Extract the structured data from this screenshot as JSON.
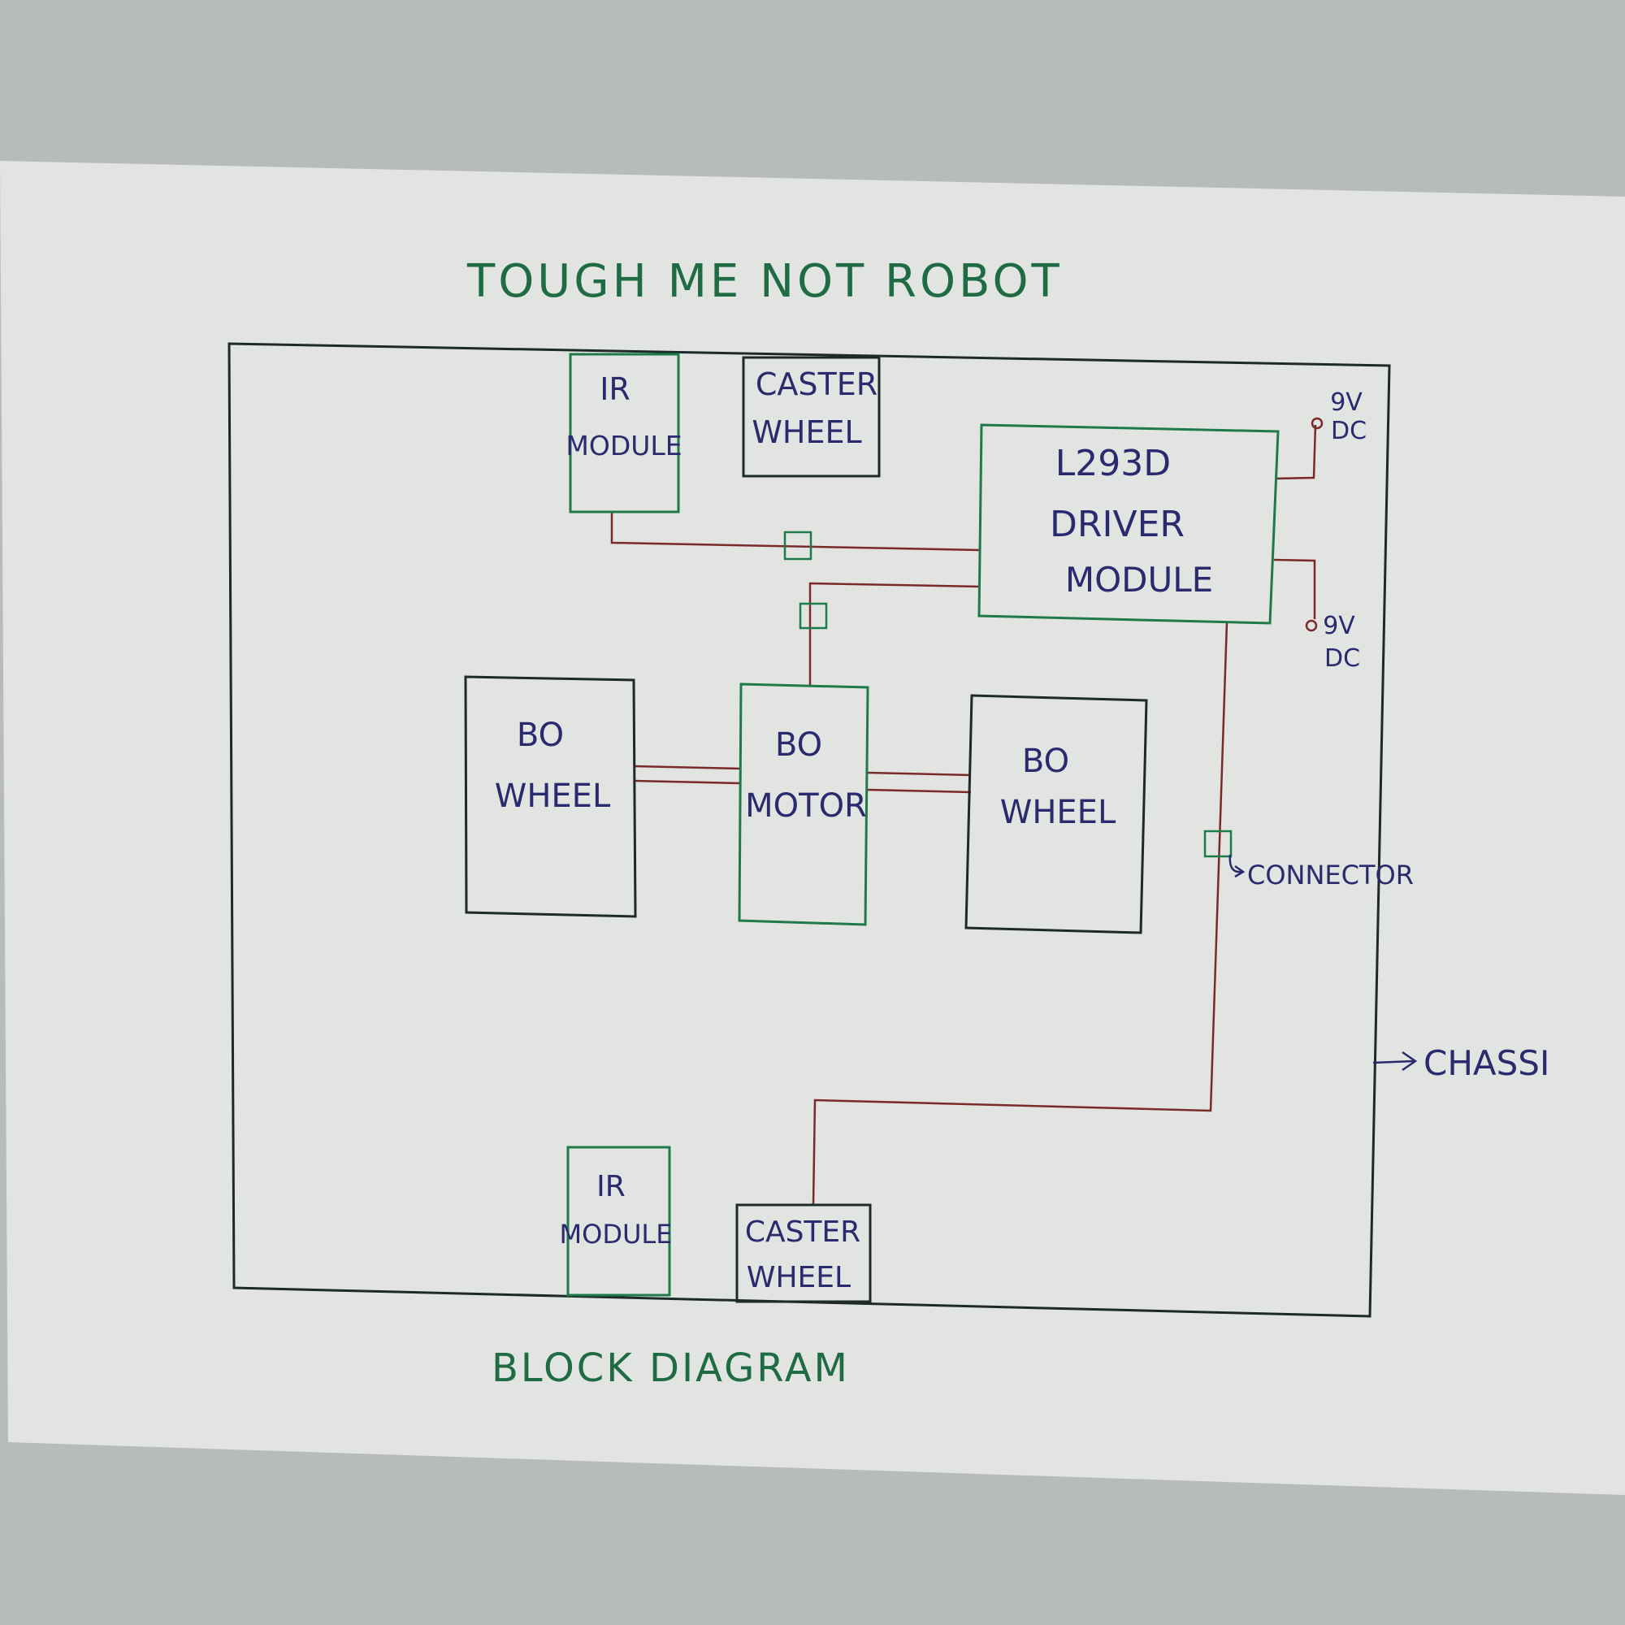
{
  "title": "TOUGH ME NOT ROBOT",
  "caption": "BLOCK DIAGRAM",
  "colors": {
    "paper": "#e4e6e3",
    "chassis_stroke": "#1e2a2a",
    "module_green": "#1f7a4a",
    "wire_red": "#7a2a2a",
    "label_blue": "#2a2a6e",
    "title_green": "#1f6b43"
  },
  "blocks": {
    "ir_top": {
      "line1": "IR",
      "line2": "MODULE"
    },
    "caster_top": {
      "line1": "CASTER",
      "line2": "WHEEL"
    },
    "driver": {
      "line1": "L293D",
      "line2": "DRIVER",
      "line3": "MODULE"
    },
    "wheel_left": {
      "line1": "BO",
      "line2": "WHEEL"
    },
    "motor": {
      "line1": "BO",
      "line2": "MOTOR"
    },
    "wheel_right": {
      "line1": "BO",
      "line2": "WHEEL"
    },
    "ir_bottom": {
      "line1": "IR",
      "line2": "MODULE"
    },
    "caster_bottom": {
      "line1": "CASTER",
      "line2": "WHEEL"
    }
  },
  "labels": {
    "power_top": {
      "line1": "9V",
      "line2": "DC"
    },
    "power_bottom": {
      "line1": "9V",
      "line2": "DC"
    },
    "connector": "CONNECTOR",
    "chassis": "CHASSI"
  }
}
